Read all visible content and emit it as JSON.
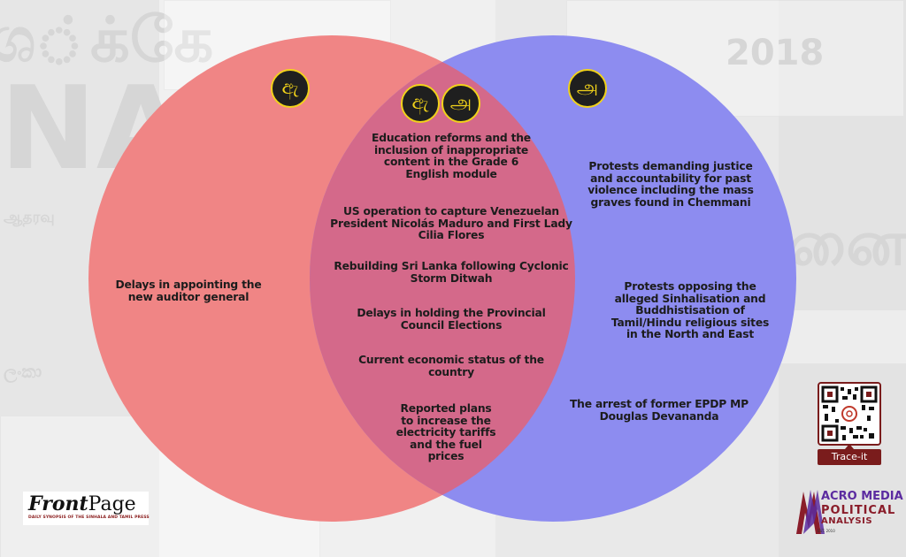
{
  "diagram": {
    "type": "venn",
    "colors": {
      "left_set": "#f08585",
      "right_set": "#8d8cf0",
      "overlap": "#d4698a",
      "badge_fill": "#1f1f1f",
      "badge_ring": "#f1d21a",
      "text": "#1c1c1c"
    },
    "badges": {
      "left": {
        "glyph": "ඇ",
        "icon": "sinhala-letter-ae-icon"
      },
      "overlap_left": {
        "glyph": "ඇ",
        "icon": "sinhala-letter-ae-icon"
      },
      "overlap_right": {
        "glyph": "அ",
        "icon": "tamil-letter-a-icon"
      },
      "right": {
        "glyph": "அ",
        "icon": "tamil-letter-a-icon"
      }
    },
    "left_only": [
      "Delays in appointing the new auditor general"
    ],
    "overlap": [
      "Education reforms and the inclusion of inappropriate content in the Grade 6 English module",
      "US operation to capture Venezuelan President Nicolás Maduro and First Lady Cilia Flores",
      "Rebuilding Sri Lanka following Cyclonic Storm Ditwah",
      "Delays in holding the Provincial Council Elections",
      "Current economic status of the country",
      "Reported plans to increase the electricity tariffs and the fuel prices"
    ],
    "right_only": [
      "Protests demanding justice and accountability for past violence including the mass graves found in Chemmani",
      "Protests opposing the alleged Sinhalisation and Buddhistisation of Tamil/Hindu religious sites in the North and East",
      "The arrest of former EPDP MP Douglas Devananda"
    ]
  },
  "branding": {
    "frontpage": {
      "title_bold": "Front",
      "title_rest": "Page",
      "tagline": "DAILY SYNOPSIS OF THE SINHALA AND TAMIL PRESS"
    },
    "qr": {
      "label": "Trace-it"
    },
    "acro": {
      "line1": "ACRO MEDIA",
      "line2": "POLITICAL",
      "line3": "ANALYSIS",
      "est": "EST. 2010"
    }
  }
}
